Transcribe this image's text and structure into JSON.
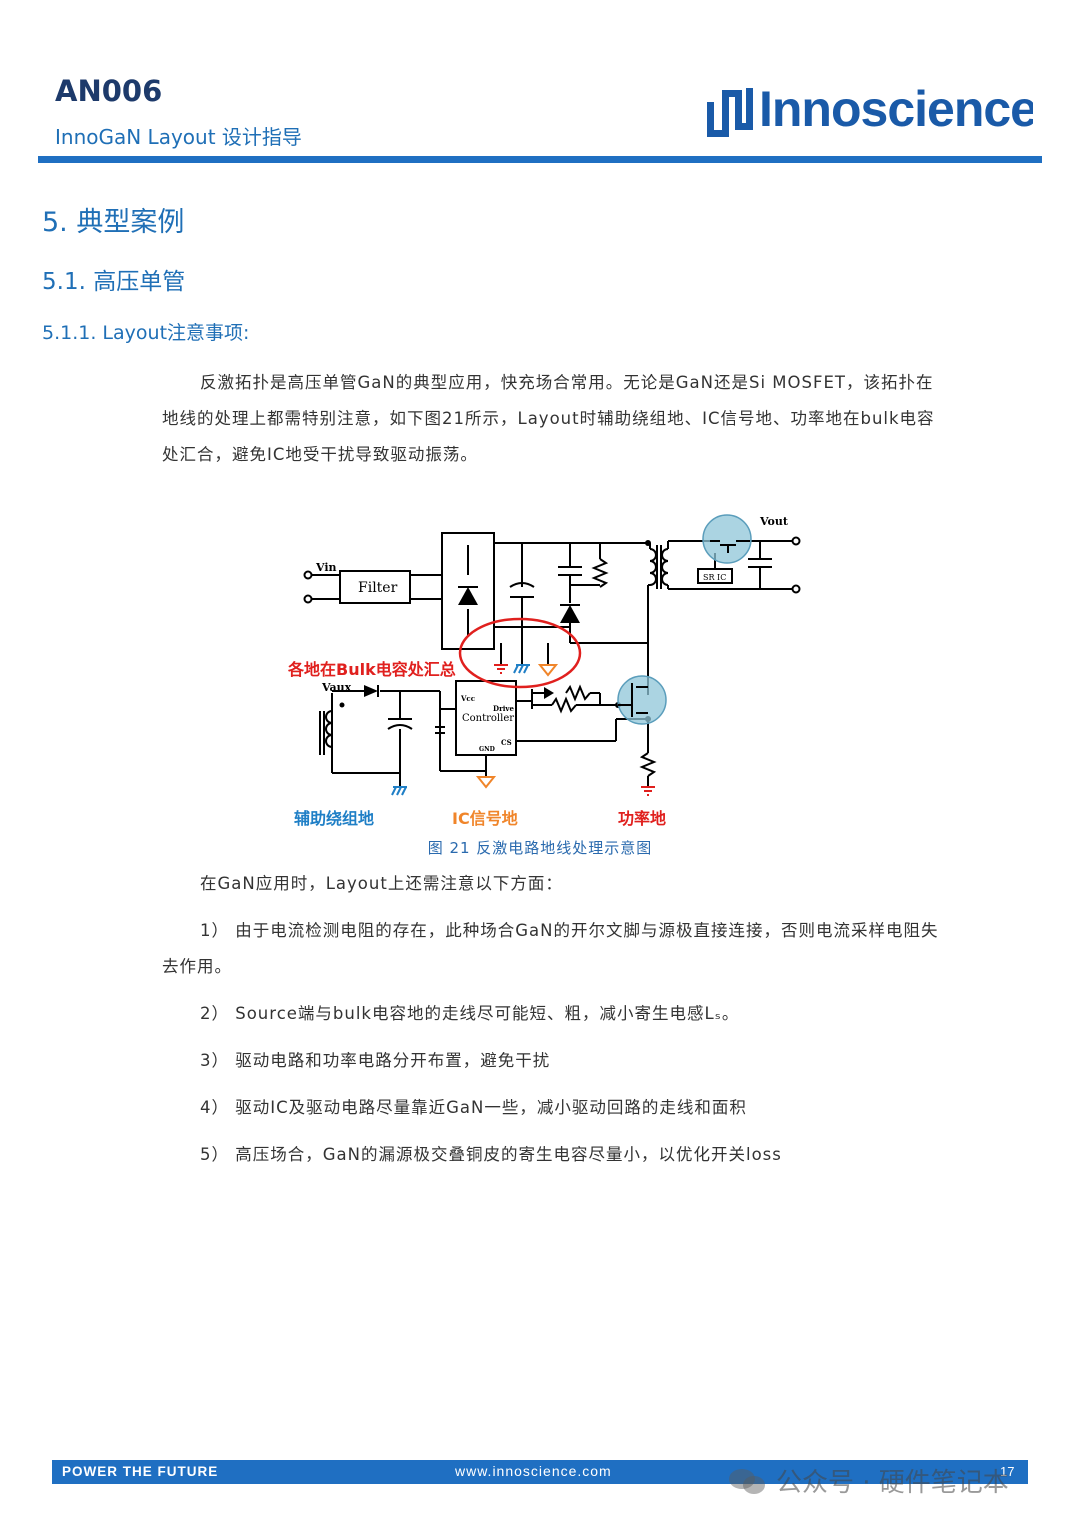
{
  "header": {
    "doc_id": "AN006",
    "subtitle": "InnoGaN Layout 设计指导",
    "brand": "Innoscience"
  },
  "section": {
    "h1": "5. 典型案例",
    "h2": "5.1. 高压单管",
    "h3": "5.1.1. Layout注意事项:"
  },
  "intro_paragraph": "反激拓扑是高压单管GaN的典型应用，快充场合常用。无论是GaN还是Si MOSFET，该拓扑在地线的处理上都需特别注意，如下图21所示，Layout时辅助绕组地、IC信号地、功率地在bulk电容处汇合，避免IC地受干扰导致驱动振荡。",
  "figure": {
    "labels": {
      "vin": "Vin",
      "filter": "Filter",
      "vout": "Vout",
      "sr_ic": "SR IC",
      "vaux": "Vaux",
      "vcc": "Vcc",
      "drive": "Drive",
      "controller": "Controller",
      "cs": "CS",
      "gnd": "GND"
    },
    "annotation": "各地在Bulk电容处汇总",
    "ground_labels": {
      "aux": "辅助绕组地",
      "ic": "IC信号地",
      "power": "功率地"
    },
    "colors": {
      "red": "#e0201e",
      "blue": "#1f7fc6",
      "orange": "#f0852a",
      "teal_highlight": "#8fc5d8"
    },
    "caption": "图 21 反激电路地线处理示意图"
  },
  "notes_intro": "在GaN应用时，Layout上还需注意以下方面：",
  "notes": [
    "1） 由于电流检测电阻的存在，此种场合GaN的开尔文脚与源极直接连接，否则电流采样电阻失去作用。",
    "2） Source端与bulk电容地的走线尽可能短、粗，减小寄生电感Lₛ。",
    "3） 驱动电路和功率电路分开布置，避免干扰",
    "4） 驱动IC及驱动电路尽量靠近GaN一些，减小驱动回路的走线和面积",
    "5） 高压场合，GaN的漏源极交叠铜皮的寄生电容尽量小，以优化开关loss"
  ],
  "footer": {
    "slogan": "POWER THE FUTURE",
    "url": "www.innoscience.com",
    "page": "17",
    "watermark": "公众号 · 硬件笔记本"
  }
}
